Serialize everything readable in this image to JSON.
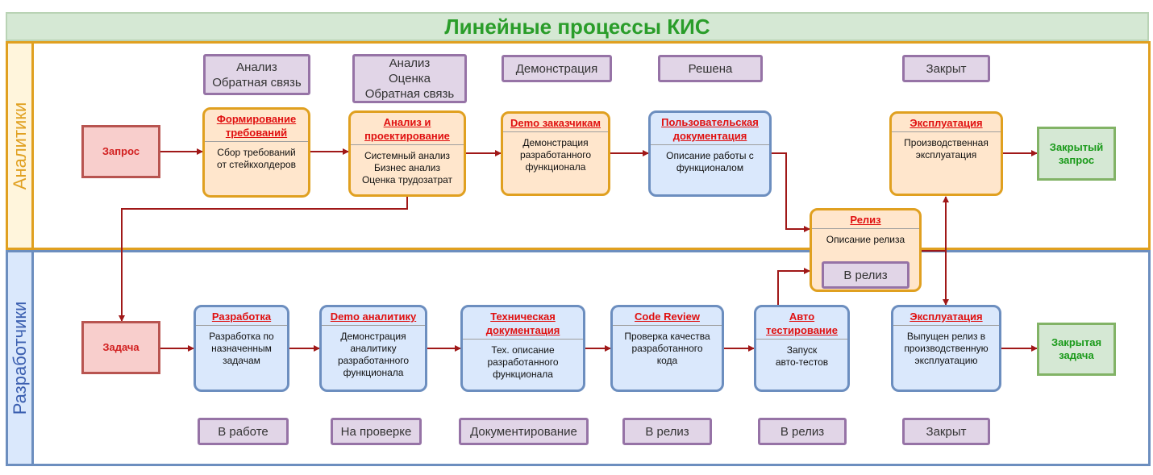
{
  "title": "Линейные процессы КИС",
  "lanes": {
    "analytics": {
      "label": "Аналитики"
    },
    "developers": {
      "label": "Разработчики"
    }
  },
  "analytics_statuses": [
    "Анализ\nОбратная связь",
    "Анализ\nОценка\nОбратная связь",
    "Демонстрация",
    "Решена",
    "Закрыт"
  ],
  "analytics_flow": {
    "request": "Запрос",
    "steps": [
      {
        "title": "Формирование\nтребований",
        "body": "Сбор требований\nот стейкхолдеров"
      },
      {
        "title": "Анализ и\nпроектирование",
        "body": "Системный анализ\nБизнес анализ\nОценка трудозатрат"
      },
      {
        "title": "Demo заказчикам",
        "body": "Демонстрация\nразработанного\nфункционала"
      },
      {
        "title": "Пользовательская\nдокументация",
        "body": "Описание работы с\nфункционалом"
      },
      {
        "title": "Эксплуатация",
        "body": "Производственная\nэксплуатация"
      }
    ],
    "closed": "Закрытый\nзапрос"
  },
  "release": {
    "title": "Релиз",
    "body": "Описание релиза",
    "status": "В релиз"
  },
  "dev_flow": {
    "task": "Задача",
    "steps": [
      {
        "title": "Разработка",
        "body": "Разработка по\nназначенным\nзадачам"
      },
      {
        "title": "Demo аналитику",
        "body": "Демонстрация\nаналитику\nразработанного\nфункционала"
      },
      {
        "title": "Техническая\nдокументация",
        "body": "Тех. описание\nразработанного\nфункционала"
      },
      {
        "title": "Code Review",
        "body": "Проверка качества\nразработанного\nкода"
      },
      {
        "title": "Авто\nтестирование",
        "body": "Запуск\nавто-тестов"
      },
      {
        "title": "Эксплуатация",
        "body": "Выпущен релиз в\nпроизводственную\nэксплуатацию"
      }
    ],
    "closed": "Закрытая\nзадача"
  },
  "dev_statuses": [
    "В работе",
    "На проверке",
    "Документирование",
    "В релиз",
    "В релиз",
    "Закрыт"
  ],
  "colors": {
    "arrow": "#a01818",
    "title_text": "#2a9d2a",
    "step_title": "#e01010",
    "orange_fill": "#ffe6cc",
    "orange_border": "#e0a020",
    "blue_fill": "#dae8fc",
    "blue_border": "#6c8ebf",
    "status_fill": "#e1d5e7",
    "status_border": "#9673a6"
  }
}
